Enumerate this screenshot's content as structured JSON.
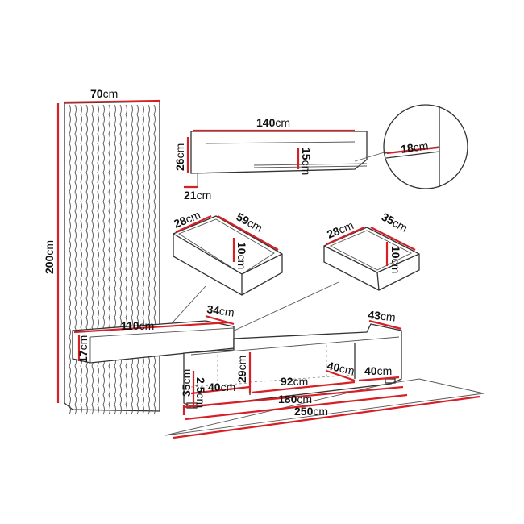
{
  "accent_color": "#d71f26",
  "dimensions": {
    "panel_width": {
      "value": "70",
      "unit": "cm"
    },
    "panel_height": {
      "value": "200",
      "unit": "cm"
    },
    "wall_shelf_width": {
      "value": "140",
      "unit": "cm"
    },
    "wall_shelf_height": {
      "value": "26",
      "unit": "cm"
    },
    "wall_shelf_inner": {
      "value": "15",
      "unit": "cm"
    },
    "wall_shelf_depth": {
      "value": "21",
      "unit": "cm"
    },
    "glass_shelf_depth": {
      "value": "18",
      "unit": "cm"
    },
    "drawer1_depth": {
      "value": "28",
      "unit": "cm"
    },
    "drawer1_width": {
      "value": "59",
      "unit": "cm"
    },
    "drawer1_height": {
      "value": "10",
      "unit": "cm"
    },
    "drawer2_depth": {
      "value": "28",
      "unit": "cm"
    },
    "drawer2_width": {
      "value": "35",
      "unit": "cm"
    },
    "drawer2_height": {
      "value": "10",
      "unit": "cm"
    },
    "floating_depth": {
      "value": "34",
      "unit": "cm"
    },
    "floating_width": {
      "value": "110",
      "unit": "cm"
    },
    "floating_height": {
      "value": "17",
      "unit": "cm"
    },
    "tv_depth": {
      "value": "43",
      "unit": "cm"
    },
    "tv_height": {
      "value": "35",
      "unit": "cm"
    },
    "leg_height": {
      "value": "2,5",
      "unit": "cm"
    },
    "left_comp": {
      "value": "40",
      "unit": "cm"
    },
    "inner_height": {
      "value": "29",
      "unit": "cm"
    },
    "mid_comp": {
      "value": "92",
      "unit": "cm"
    },
    "right_comp_depth": {
      "value": "40",
      "unit": "cm"
    },
    "right_comp": {
      "value": "40",
      "unit": "cm"
    },
    "tv_width": {
      "value": "180",
      "unit": "cm"
    },
    "total_width": {
      "value": "250",
      "unit": "cm"
    }
  }
}
